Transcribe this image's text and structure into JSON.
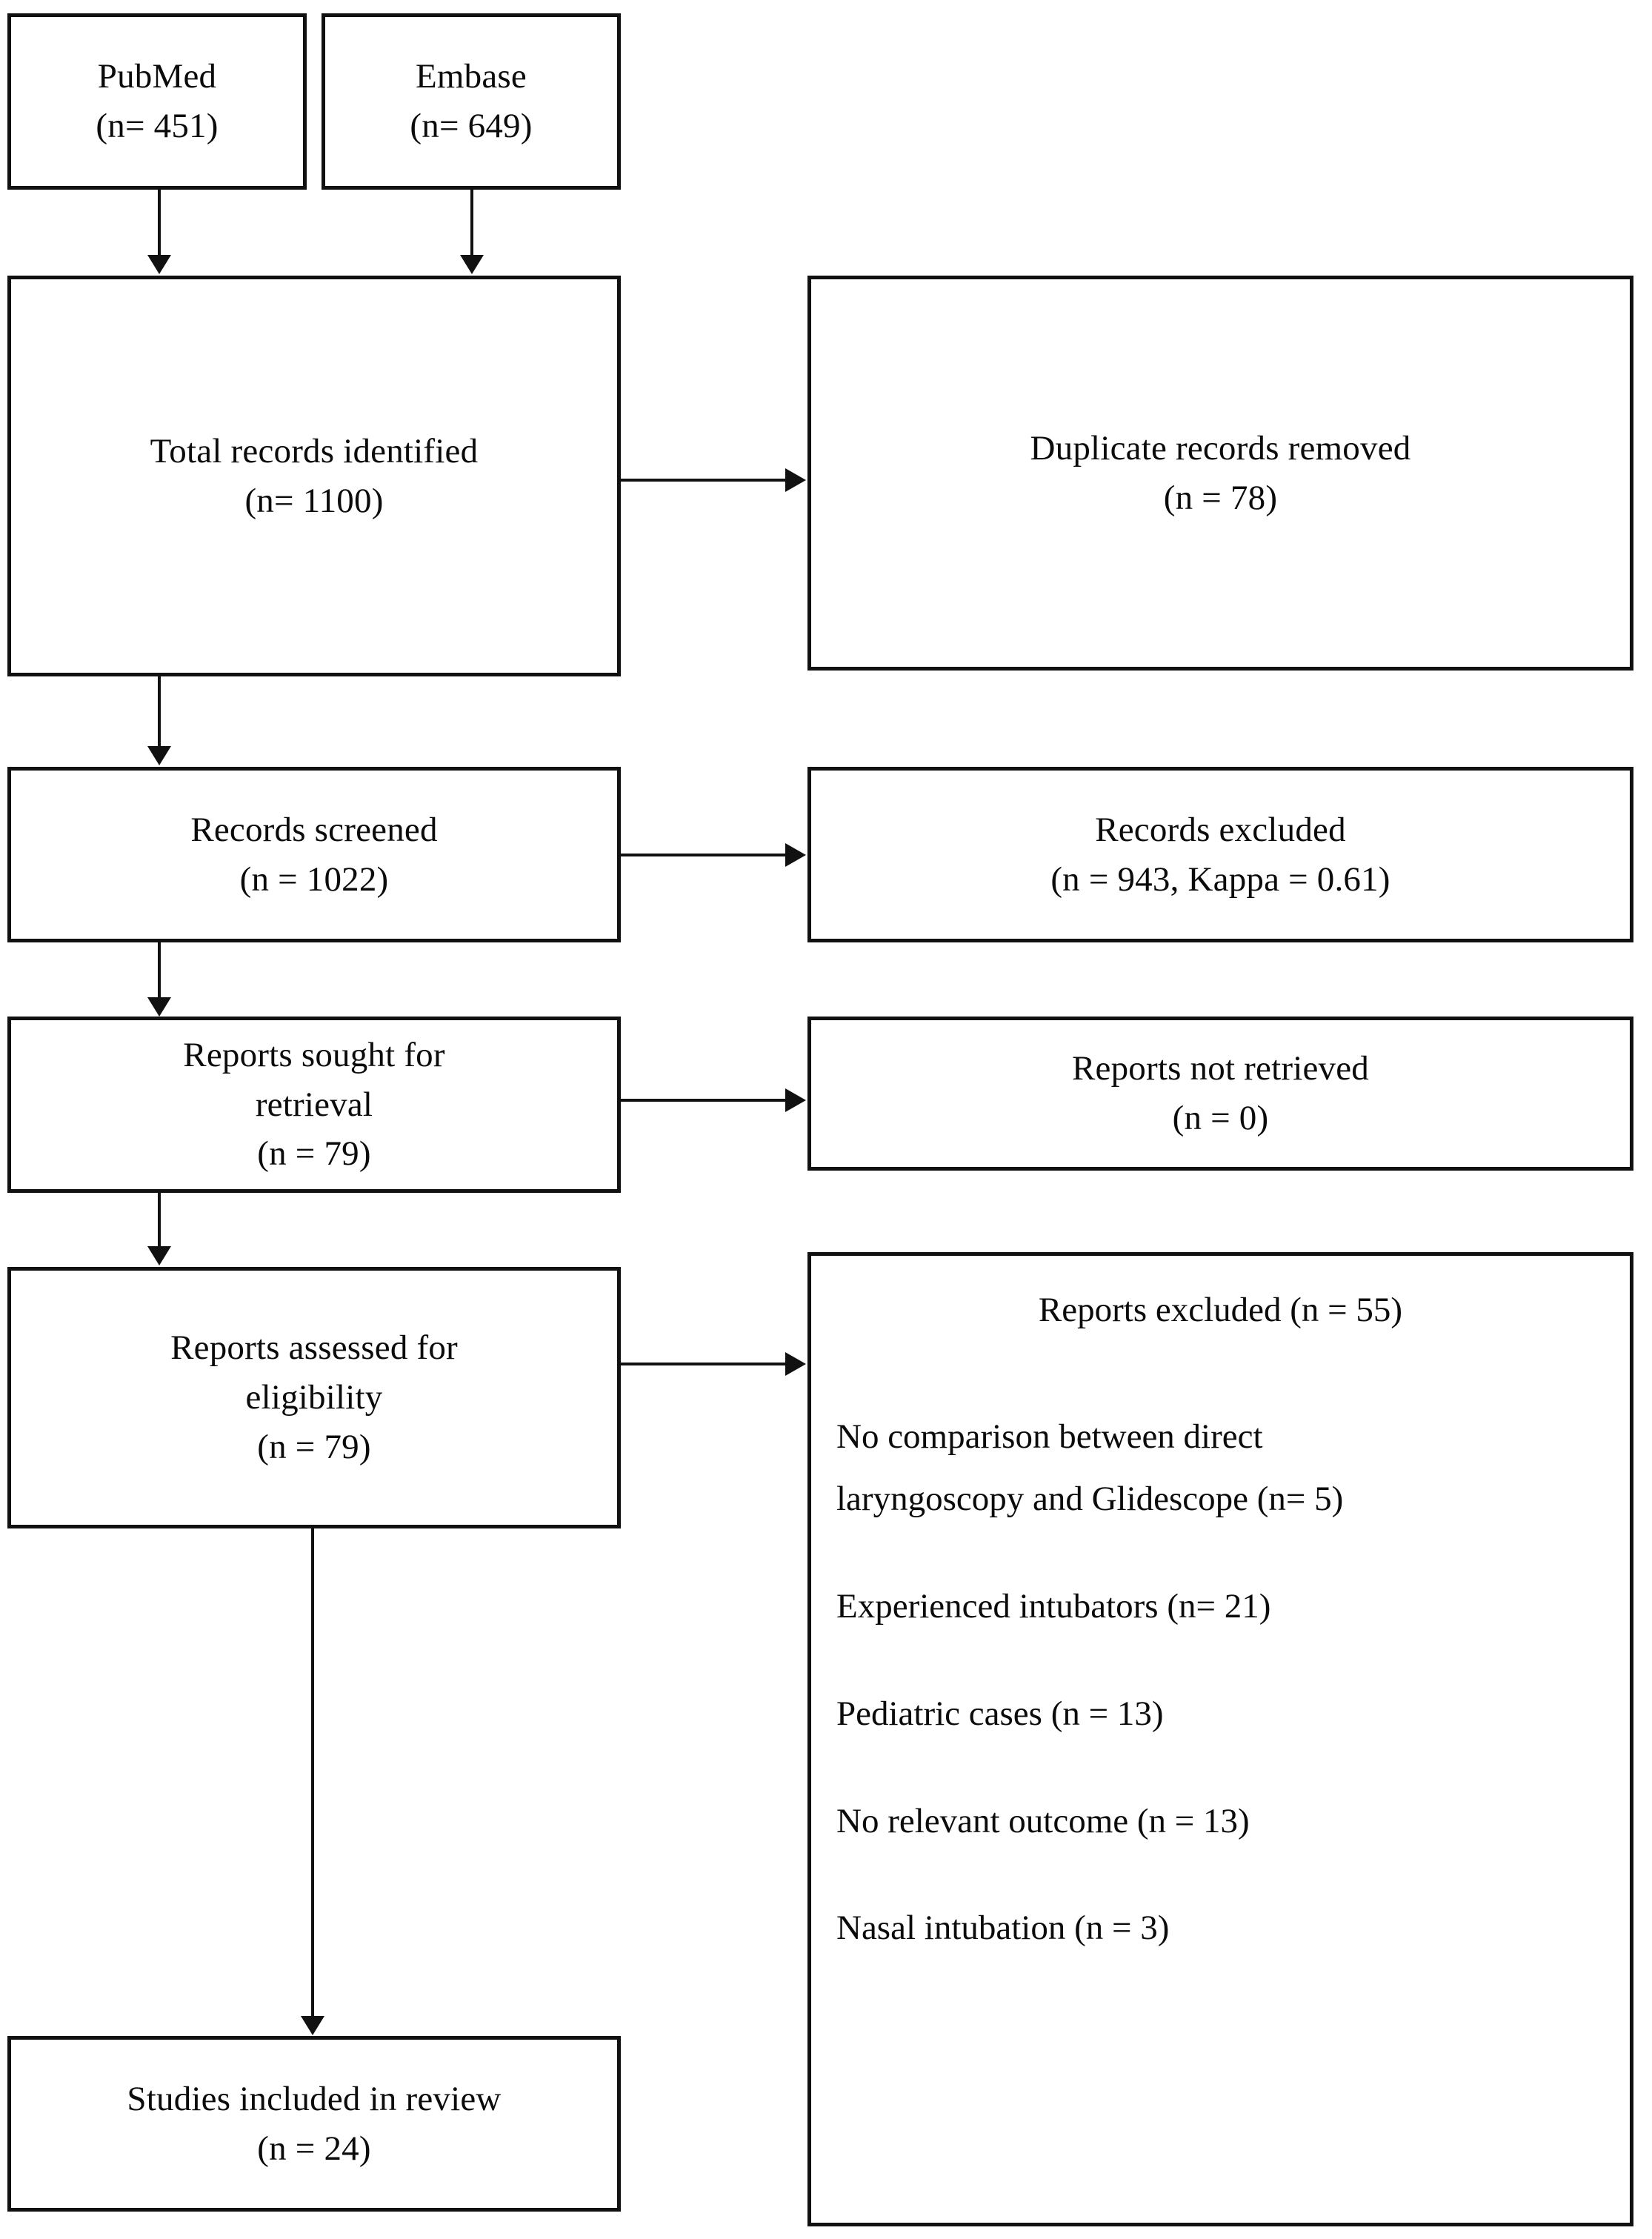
{
  "diagram": {
    "type": "prisma-flow-diagram",
    "sources": [
      {
        "name": "PubMed",
        "count_label": "(n= 451)"
      },
      {
        "name": "Embase",
        "count_label": "(n= 649)"
      }
    ],
    "left_column": {
      "identified": {
        "label": "Total records identified",
        "count_label": "(n= 1100)"
      },
      "screened": {
        "label": "Records screened",
        "count_label": "(n = 1022)"
      },
      "sought": {
        "label_line1": "Reports sought for",
        "label_line2": "retrieval",
        "count_label": "(n = 79)"
      },
      "assessed": {
        "label_line1": "Reports assessed for",
        "label_line2": "eligibility",
        "count_label": "(n = 79)"
      },
      "included": {
        "label": "Studies included in review",
        "count_label": "(n = 24)"
      }
    },
    "right_column": {
      "duplicates": {
        "label": "Duplicate records removed",
        "count_label": "(n = 78)"
      },
      "records_excluded": {
        "label": "Records excluded",
        "count_label": "(n = 943, Kappa = 0.61)"
      },
      "not_retrieved": {
        "label": "Reports not retrieved",
        "count_label": "(n = 0)"
      },
      "reports_excluded": {
        "label": "Reports excluded",
        "count_label": "(n = 55)",
        "reasons": [
          {
            "text_line1": "No comparison between direct",
            "text_line2": "laryngoscopy and Glidescope (n= 5)"
          },
          {
            "text_line1": "Experienced intubators (n= 21)"
          },
          {
            "text_line1": "Pediatric cases (n = 13)"
          },
          {
            "text_line1": "No relevant outcome (n = 13)"
          },
          {
            "text_line1": "Nasal intubation (n = 3)"
          }
        ]
      }
    }
  }
}
